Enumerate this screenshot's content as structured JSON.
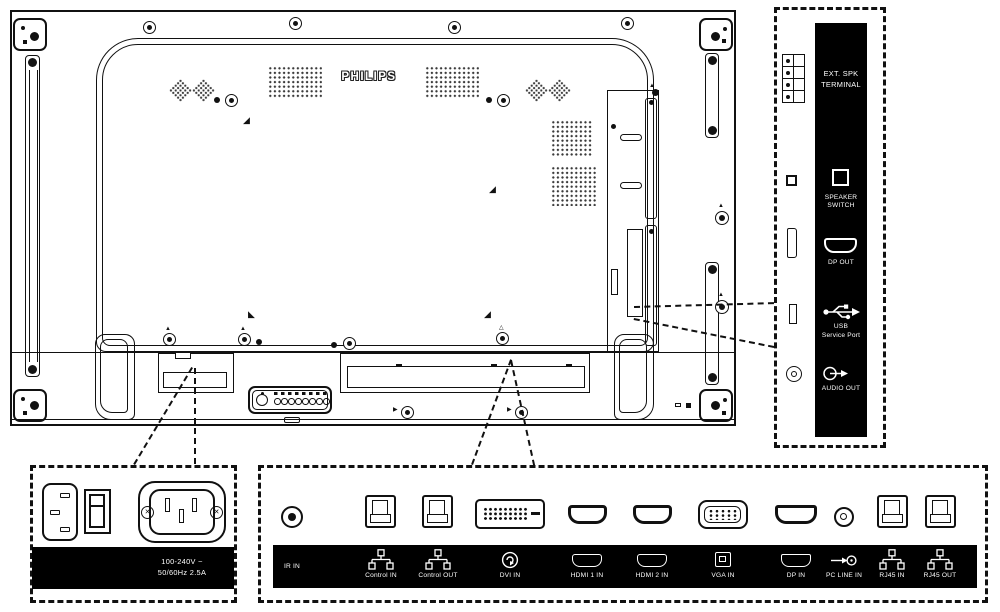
{
  "logo_text": "PHILIPS",
  "side_panel": {
    "ext_spk_line1": "EXT. SPK",
    "ext_spk_line2": "TERMINAL",
    "speaker_switch_line1": "SPEAKER",
    "speaker_switch_line2": "SWITCH",
    "dp_out": "DP OUT",
    "usb_line1": "USB",
    "usb_line2": "Service Port",
    "audio_out": "AUDIO OUT"
  },
  "bottom_panel": {
    "labels": [
      "IR IN",
      "Control IN",
      "Control OUT",
      "DVI IN",
      "HDMI 1 IN",
      "HDMI 2 IN",
      "VGA IN",
      "DP IN",
      "PC LINE IN",
      "RJ45 IN",
      "RJ45 OUT"
    ]
  },
  "power_panel": {
    "rating_line1": "100-240V ~",
    "rating_line2": "50/60Hz 2.5A"
  },
  "colors": {
    "line": "#111111",
    "panel": "#000000",
    "text_on_panel": "#ffffff"
  }
}
